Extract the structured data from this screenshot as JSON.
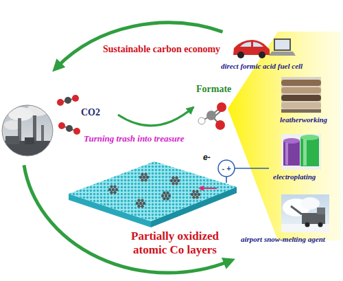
{
  "diagram": {
    "nodes": [
      {
        "text": [
          "CO2"
        ]
      },
      {
        "text": [
          "Formate"
        ]
      },
      {
        "text": [
          "direct formic acid fuel cell"
        ]
      },
      {
        "text": [
          "leatherworking"
        ]
      },
      {
        "text": [
          "electroplating"
        ]
      },
      {
        "text": [
          "airport snow-melting agent"
        ]
      },
      {
        "text": [
          "Partially oxidized atomic Co layers"
        ]
      }
    ],
    "edges": [
      {
        "from": 0,
        "to": 1,
        "label": "Turning trash into treasure",
        "arrow": "to"
      }
    ],
    "labels": [
      "Sustainable carbon economy",
      "e-",
      "- +"
    ]
  }
}
